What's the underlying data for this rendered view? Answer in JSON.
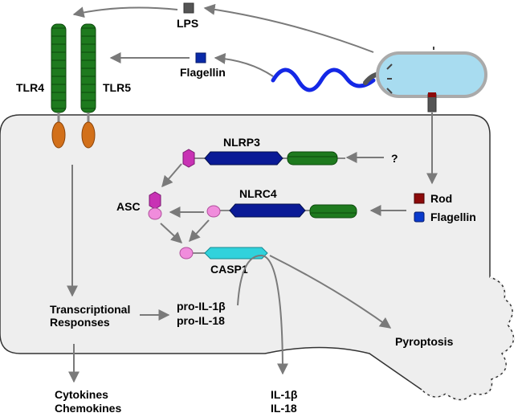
{
  "receptors": {
    "tlr4": "TLR4",
    "tlr5": "TLR5"
  },
  "ligands": {
    "lps": "LPS",
    "flagellin_top": "Flagellin"
  },
  "inflammasome": {
    "nlrp3": "NLRP3",
    "unknown": "?",
    "nlrc4": "NLRC4",
    "asc": "ASC",
    "casp1": "CASP1",
    "rod": "Rod",
    "flagellin": "Flagellin"
  },
  "outputs": {
    "transcriptional_1": "Transcriptional",
    "transcriptional_2": "Responses",
    "pro_il1b": "pro-IL-1β",
    "pro_il18": "pro-IL-18",
    "pyroptosis": "Pyroptosis",
    "cytokines": "Cytokines",
    "chemokines": "Chemokines",
    "il1b": "IL-1β",
    "il18": "IL-18"
  },
  "colors": {
    "cell_fill": "#eeeeee",
    "tlr_green": "#1e7a1e",
    "tlr_base": "#d2701a",
    "nlr_blue": "#0a1a96",
    "pyrin_magenta": "#c832b4",
    "card_pink": "#f08cdc",
    "casp_cyan": "#30d2dc",
    "bacterium_fill": "#a8dcf0",
    "flagellum_blue": "#1428e6",
    "lps_gray": "#555555",
    "rod_red": "#8c0a0a",
    "arrow_gray": "#7a7a7a"
  }
}
